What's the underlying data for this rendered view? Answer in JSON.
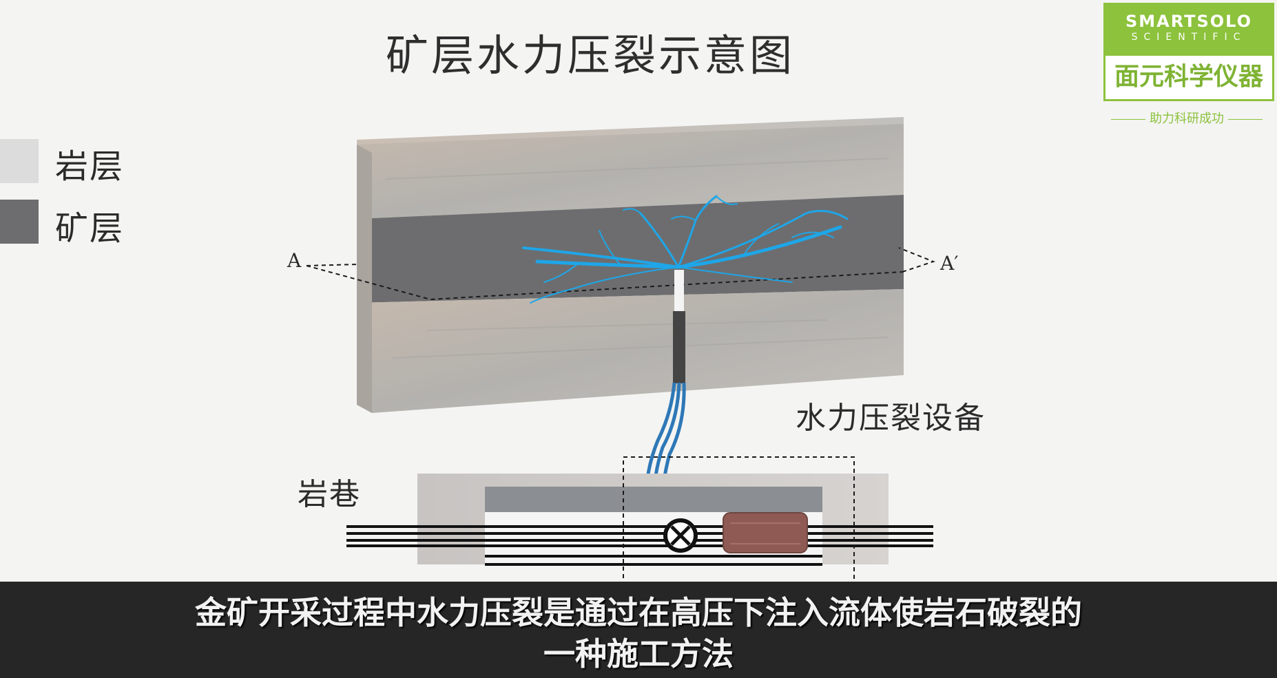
{
  "title": "矿层水力压裂示意图",
  "legend": [
    {
      "label": "岩层",
      "color": "#dcdcdc"
    },
    {
      "label": "矿层",
      "color": "#6d6d6f"
    }
  ],
  "labels": {
    "section_a": "A",
    "section_a_prime": "A′",
    "equipment": "水力压裂设备",
    "roadway": "岩巷"
  },
  "logo": {
    "brand": "SMARTSOLO",
    "sub": "SCIENTIFIC",
    "chinese": "面元科学仪器",
    "tagline": "助力科研成功"
  },
  "subtitle": {
    "line1": "金矿开采过程中水力压裂是通过在高压下注入流体使岩石破裂的",
    "line2": "一种施工方法"
  },
  "colors": {
    "rock": "#b9b5af",
    "ore": "#6d6d6f",
    "fracture": "#1ea6e8",
    "pipe": "#2e78b7",
    "pump": "#8f5a54",
    "brand_green": "#8dc23c"
  }
}
